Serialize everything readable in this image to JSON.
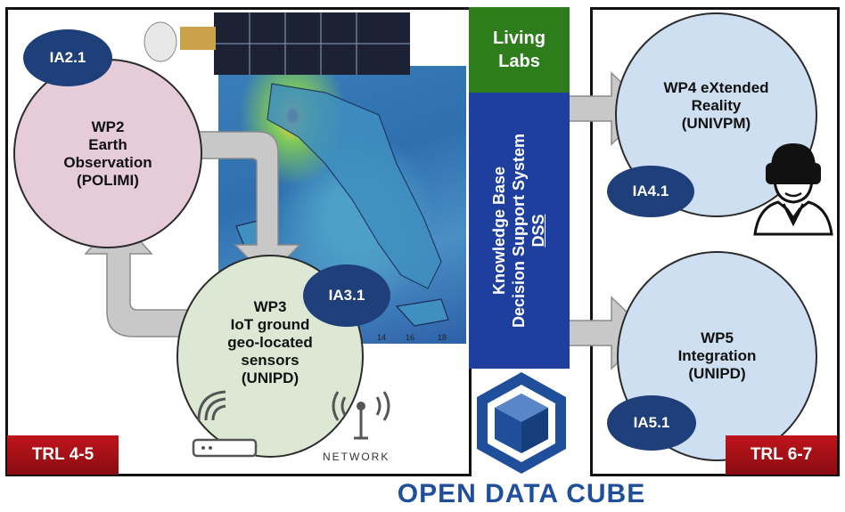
{
  "left_panel": {
    "wp2": {
      "lines": [
        "WP2",
        "Earth",
        "Observation",
        "(POLIMI)"
      ],
      "badge": "IA2.1"
    },
    "wp3": {
      "lines": [
        "WP3",
        "IoT ground",
        "geo-located",
        "sensors",
        "(UNIPD)"
      ],
      "badge": "IA3.1"
    },
    "network_label": "NETWORK",
    "map_ticks": [
      "14",
      "16",
      "18"
    ],
    "trl": "TRL 4-5"
  },
  "center": {
    "living_labs": [
      "Living",
      "Labs"
    ],
    "kb_lines": [
      "Knowledge Base",
      "Decision Support System",
      "DSS"
    ],
    "open_data_cube": "OPEN DATA CUBE"
  },
  "right_panel": {
    "wp4": {
      "lines": [
        "WP4 eXtended",
        "Reality",
        "(UNIVPM)"
      ],
      "badge": "IA4.1"
    },
    "wp5": {
      "lines": [
        "WP5",
        "Integration",
        "(UNIPD)"
      ],
      "badge": "IA5.1"
    },
    "trl": "TRL 6-7"
  },
  "colors": {
    "wp2_fill": "#e6ccd9",
    "wp3_fill": "#dce8d4",
    "wp4_fill": "#cddff0",
    "badge": "#1f3f7a",
    "living_labs": "#2e7d1c",
    "kb": "#1f3f9e",
    "trl": "#b01018",
    "cube": "#1f4f9a"
  },
  "icons": [
    "satellite-icon",
    "map-image",
    "wifi-router-icon",
    "network-tower-icon",
    "vr-headset-person-icon",
    "cube-logo-icon"
  ]
}
